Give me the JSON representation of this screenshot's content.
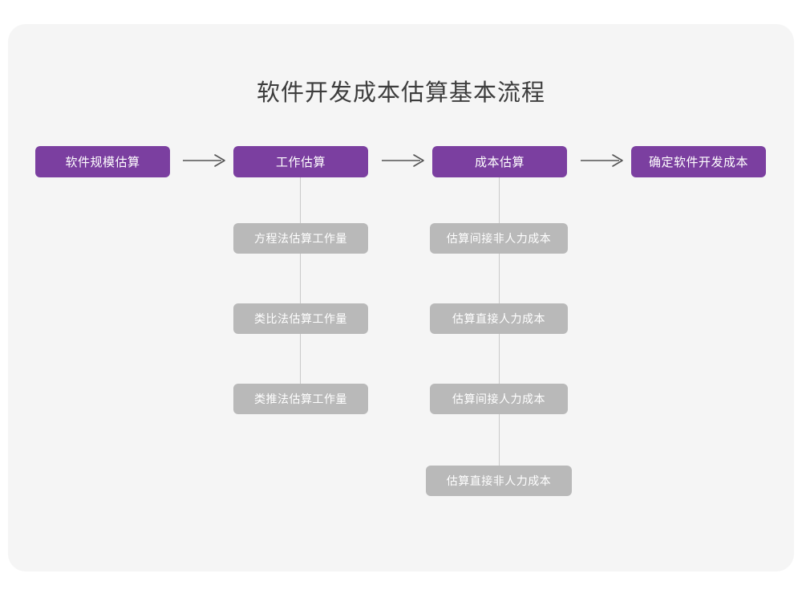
{
  "page": {
    "title": "软件开发成本估算基本流程",
    "background_color": "#ffffff",
    "card_color": "#f5f5f5",
    "accent_color": "#7b3fa0",
    "secondary_color": "#b9b9b9",
    "connector_color": "#c9c9c9",
    "arrow_color": "#555555"
  },
  "flow": {
    "stages": [
      {
        "label": "软件规模估算",
        "substeps": []
      },
      {
        "label": "工作估算",
        "substeps": [
          {
            "label": "方程法估算工作量"
          },
          {
            "label": "类比法估算工作量"
          },
          {
            "label": "类推法估算工作量"
          }
        ]
      },
      {
        "label": "成本估算",
        "substeps": [
          {
            "label": "估算间接非人力成本"
          },
          {
            "label": "估算直接人力成本"
          },
          {
            "label": "估算间接人力成本"
          },
          {
            "label": "估算直接非人力成本"
          }
        ]
      },
      {
        "label": "确定软件开发成本",
        "substeps": []
      }
    ],
    "arrows": [
      {
        "name": "arrow-stage-1-to-2"
      },
      {
        "name": "arrow-stage-2-to-3"
      },
      {
        "name": "arrow-stage-3-to-4"
      }
    ]
  }
}
